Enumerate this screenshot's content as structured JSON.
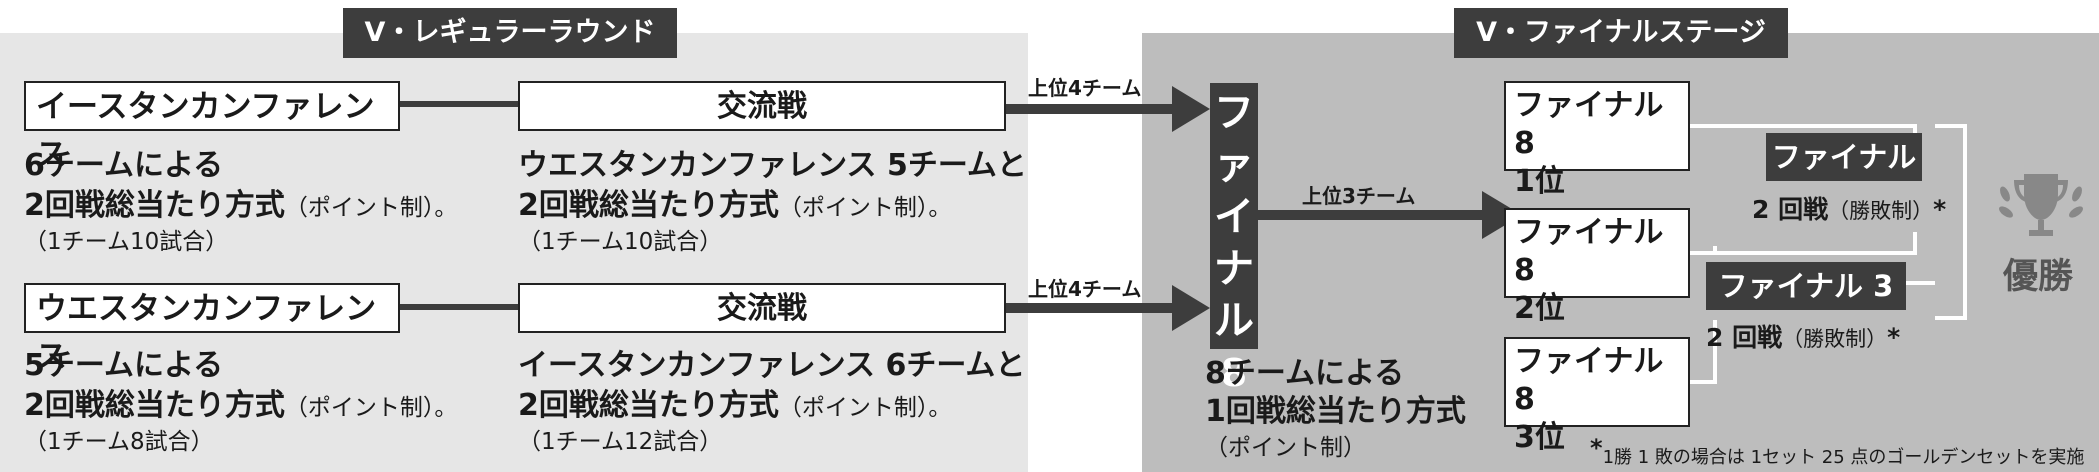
{
  "regular_round": {
    "title": "V・レギュラーラウンド",
    "east": {
      "name": "イースタンカンファレンス",
      "desc_line1": "6チームによる",
      "desc_line2_main": "2回戦総当たり方式",
      "desc_line2_note": "（ポイント制）。",
      "desc_line3": "（1チーム10試合）"
    },
    "west": {
      "name": "ウエスタンカンファレンス",
      "desc_line1": "5チームによる",
      "desc_line2_main": "2回戦総当たり方式",
      "desc_line2_note": "（ポイント制）。",
      "desc_line3": "（1チーム8試合）"
    },
    "interleague_top": {
      "name": "交流戦",
      "desc_line1": "ウエスタンカンファレンス 5チームと",
      "desc_line2_main": "2回戦総当たり方式",
      "desc_line2_note": "（ポイント制）。",
      "desc_line3": "（1チーム10試合）"
    },
    "interleague_bottom": {
      "name": "交流戦",
      "desc_line1": "イースタンカンファレンス 6チームと",
      "desc_line2_main": "2回戦総当たり方式",
      "desc_line2_note": "（ポイント制）。",
      "desc_line3": "（1チーム12試合）"
    },
    "advance_top": "上位4チーム",
    "advance_bottom": "上位4チーム"
  },
  "final_stage": {
    "title": "V・ファイナルステージ",
    "final8": {
      "label_chars": [
        "フ",
        "ァ",
        "イ",
        "ナ",
        "ル",
        "8"
      ],
      "desc_line1": "8チームによる",
      "desc_line2": "1回戦総当たり方式",
      "desc_line3": "（ポイント制）"
    },
    "advance_label": "上位3チーム",
    "ranks": [
      {
        "line1": "ファイナル 8",
        "line2": "1位"
      },
      {
        "line1": "ファイナル 8",
        "line2": "2位"
      },
      {
        "line1": "ファイナル 8",
        "line2": "3位"
      }
    ],
    "final": {
      "label": "ファイナル",
      "match_main": "2 回戦",
      "match_note": "（勝敗制）",
      "mark": "*"
    },
    "final3": {
      "label": "ファイナル 3",
      "match_main": "2 回戦",
      "match_note": "（勝敗制）",
      "mark": "*"
    },
    "winner": "優勝",
    "footnote_mark": "*",
    "footnote": "1勝 1 敗の場合は 1セット 25 点のゴールデンセットを実施"
  },
  "colors": {
    "dark": "#3d3d3d",
    "left_panel": "#e6e6e6",
    "right_panel": "#bdbdbd"
  }
}
